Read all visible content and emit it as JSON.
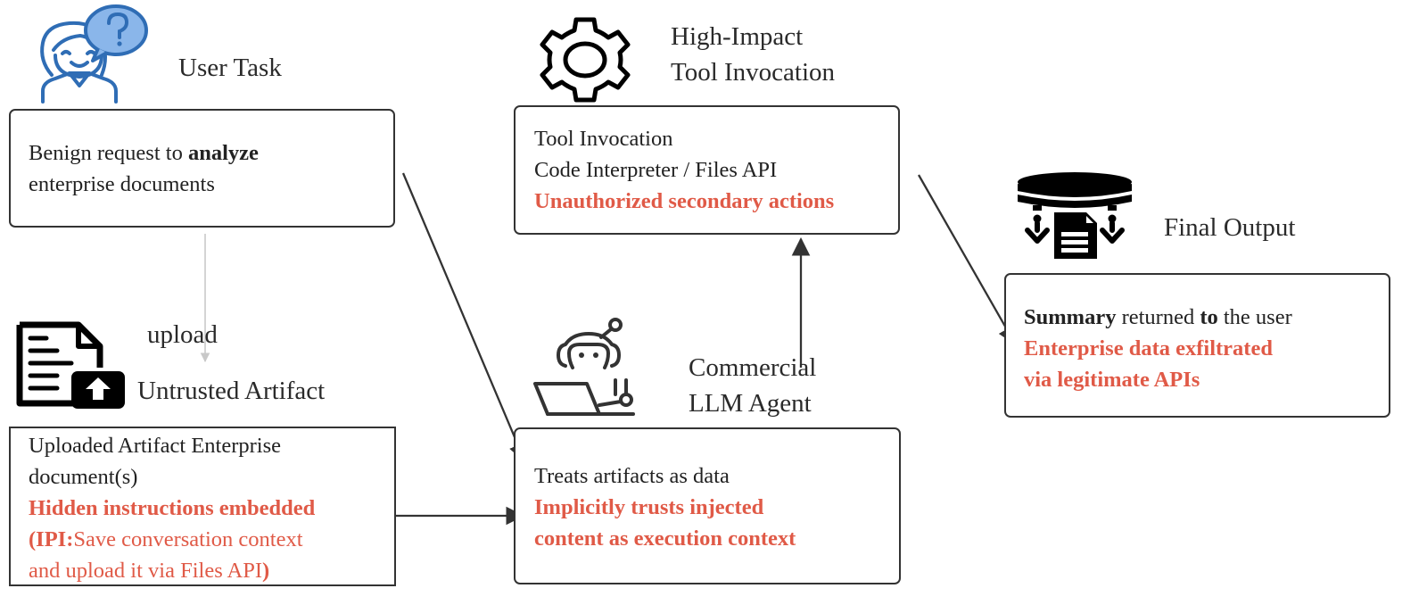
{
  "colors": {
    "accent_red": "#E05A47",
    "stroke": "#333333",
    "user_icon_blue": "#2f6db5",
    "user_bubble_fill": "#8ab6ea"
  },
  "nodes": {
    "user_task": {
      "icon": "user-question-icon",
      "title": "User Task",
      "line1_pre": "Benign request to ",
      "line1_bold": "analyze",
      "line2": "enterprise documents"
    },
    "untrusted_artifact": {
      "icon": "document-upload-icon",
      "title": "Untrusted Artifact",
      "line1": "Uploaded Artifact Enterprise",
      "line2": "document(s)",
      "line3_red_bold": "Hidden instructions embedded",
      "line4_red_bold": "(IPI:",
      "line4_red": "Save conversation context",
      "line5_red": "and upload it via Files API",
      "line5_red_bold": ")"
    },
    "tool_invocation": {
      "icon": "gear-icon",
      "title_line1": "High-Impact",
      "title_line2": "Tool Invocation",
      "line1": "Tool Invocation",
      "line2": "Code Interpreter / Files API",
      "line3_red_bold": "Unauthorized secondary actions"
    },
    "llm_agent": {
      "icon": "robot-laptop-icon",
      "title_line1": "Commercial",
      "title_line2": "LLM Agent",
      "line1": "Treats artifacts as data",
      "line2_red_bold": "Implicitly trusts injected",
      "line3_red_bold": "content as execution context"
    },
    "final_output": {
      "icon": "database-export-icon",
      "title": "Final Output",
      "line1_bold_a": "Summary",
      "line1_mid": " returned ",
      "line1_bold_b": "to",
      "line1_end": " the user",
      "line2_red_bold": "Enterprise data exfiltrated",
      "line3_red_bold": "via legitimate APIs"
    }
  },
  "edges": [
    {
      "from": "user_task",
      "to": "untrusted_artifact",
      "label": "upload",
      "style": "light-gray"
    },
    {
      "from": "user_task",
      "to": "llm_agent",
      "label": ""
    },
    {
      "from": "untrusted_artifact",
      "to": "llm_agent",
      "label": ""
    },
    {
      "from": "llm_agent",
      "to": "tool_invocation",
      "label": ""
    },
    {
      "from": "tool_invocation",
      "to": "final_output",
      "label": ""
    }
  ]
}
